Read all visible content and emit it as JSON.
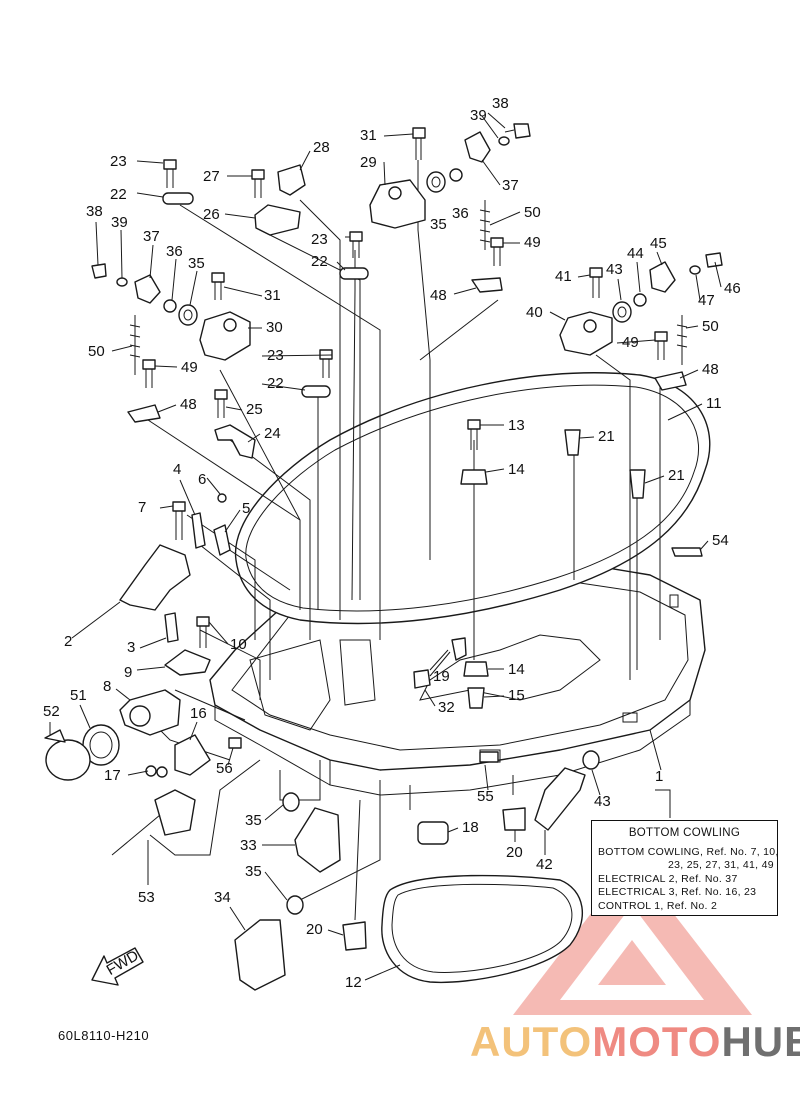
{
  "diagram_code": "60L8110-H210",
  "fwd_label": "FWD",
  "legend": {
    "title": "BOTTOM COWLING",
    "lines": [
      "BOTTOM COWLING,  Ref. No. 7, 10,",
      "23, 25, 27, 31, 41, 49",
      "ELECTRICAL 2,  Ref. No. 37",
      "ELECTRICAL 3,  Ref. No. 16, 23",
      "CONTROL 1,  Ref. No. 2"
    ]
  },
  "watermark": {
    "part1": "AUTO",
    "part2": "MOTO",
    "part3": "HUB"
  },
  "callouts": [
    "38",
    "39",
    "31",
    "23",
    "28",
    "29",
    "27",
    "37",
    "22",
    "36",
    "35",
    "26",
    "50",
    "23",
    "49",
    "38",
    "39",
    "37",
    "36",
    "35",
    "22",
    "31",
    "41",
    "43",
    "44",
    "45",
    "46",
    "47",
    "48",
    "48",
    "30",
    "50",
    "40",
    "23",
    "49",
    "22",
    "50",
    "49",
    "48",
    "25",
    "13",
    "11",
    "48",
    "21",
    "24",
    "14",
    "21",
    "6",
    "4",
    "7",
    "5",
    "54",
    "2",
    "3",
    "10",
    "19",
    "14",
    "9",
    "8",
    "15",
    "32",
    "51",
    "16",
    "52",
    "56",
    "17",
    "55",
    "43",
    "1",
    "35",
    "18",
    "33",
    "20",
    "42",
    "35",
    "53",
    "34",
    "20",
    "12"
  ],
  "colors": {
    "ink": "#1a1a1a",
    "watermark_red": "#ef8a82",
    "watermark_gold": "#f3c27a",
    "watermark_gray": "#6f6f6f"
  }
}
